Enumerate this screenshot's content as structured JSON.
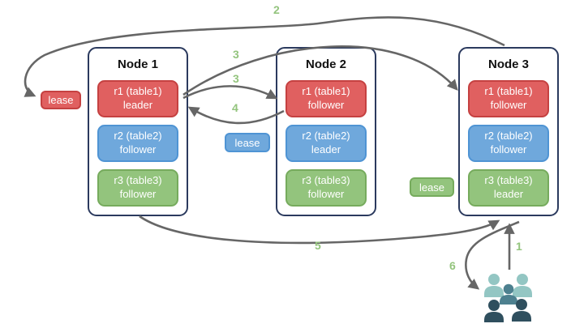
{
  "nodes": [
    {
      "title": "Node 1",
      "replicas": [
        {
          "name": "r1 (table1)",
          "role": "leader",
          "color": "#e06060"
        },
        {
          "name": "r2 (table2)",
          "role": "follower",
          "color": "#6fa8dc"
        },
        {
          "name": "r3 (table3)",
          "role": "follower",
          "color": "#93c47d"
        }
      ]
    },
    {
      "title": "Node 2",
      "replicas": [
        {
          "name": "r1 (table1)",
          "role": "follower",
          "color": "#e06060"
        },
        {
          "name": "r2 (table2)",
          "role": "leader",
          "color": "#6fa8dc"
        },
        {
          "name": "r3 (table3)",
          "role": "follower",
          "color": "#93c47d"
        }
      ]
    },
    {
      "title": "Node 3",
      "replicas": [
        {
          "name": "r1 (table1)",
          "role": "follower",
          "color": "#e06060"
        },
        {
          "name": "r2 (table2)",
          "role": "follower",
          "color": "#6fa8dc"
        },
        {
          "name": "r3 (table3)",
          "role": "leader",
          "color": "#93c47d"
        }
      ]
    }
  ],
  "leases": [
    {
      "label": "lease",
      "color": "#e06060"
    },
    {
      "label": "lease",
      "color": "#6fa8dc"
    },
    {
      "label": "lease",
      "color": "#93c47d"
    }
  ],
  "step_labels": [
    {
      "text": "2"
    },
    {
      "text": "3"
    },
    {
      "text": "3"
    },
    {
      "text": "4"
    },
    {
      "text": "5"
    },
    {
      "text": "1"
    },
    {
      "text": "6"
    }
  ],
  "icons": {
    "users": "users-icon"
  },
  "colors": {
    "replica_red": "#e06060",
    "replica_red_border": "#c54141",
    "replica_blue": "#6fa8dc",
    "replica_blue_border": "#4f94d4",
    "replica_green": "#93c47d",
    "replica_green_border": "#76ab5d",
    "node_border": "#2b3a5e",
    "arrow": "#666666",
    "step_label": "#93c47d",
    "people_light": "#93c6c3",
    "people_mid": "#4d808f",
    "people_dark": "#2f4f5e"
  }
}
